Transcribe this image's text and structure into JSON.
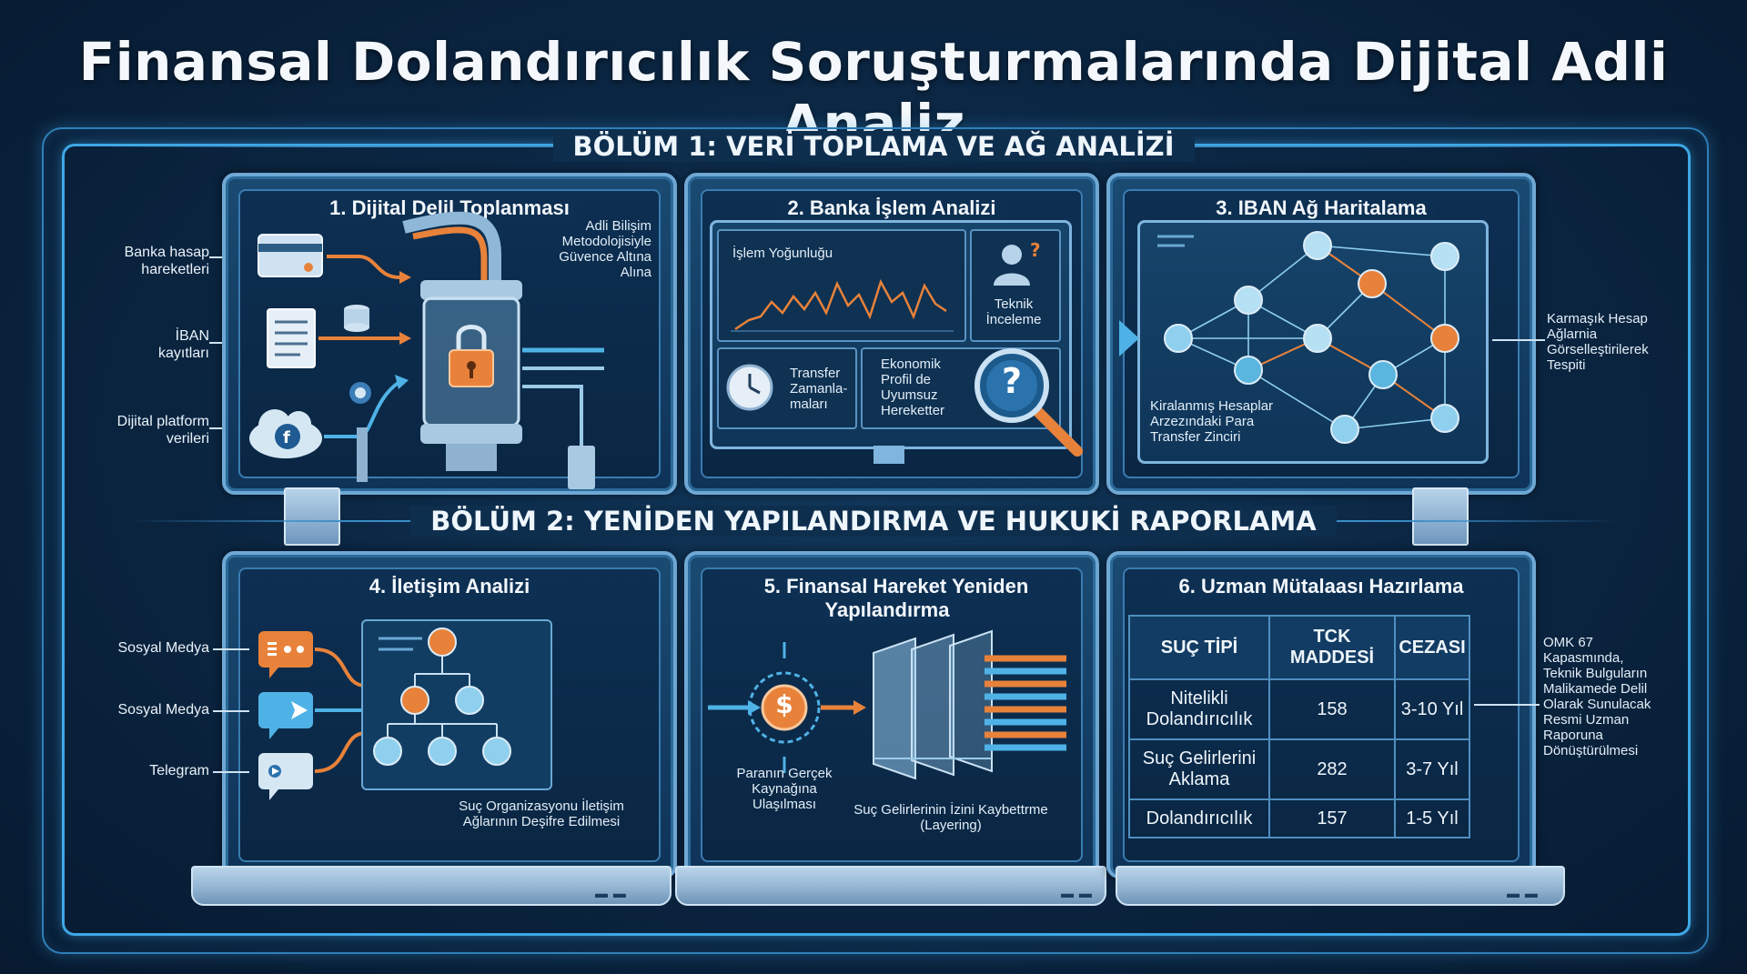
{
  "title": "Finansal Dolandırıcılık Soruşturmalarında Dijital Adli Analiz",
  "sections": [
    {
      "title": "BÖLÜM 1: VERİ TOPLAMA VE AĞ ANALİZİ"
    },
    {
      "title": "BÖLÜM 2: YENİDEN YAPILANDIRMA VE HUKUKİ RAPORLAMA"
    }
  ],
  "panel1": {
    "title": "1. Dijital Delil Toplanması",
    "inputs": [
      {
        "label_1": "Banka hasap",
        "label_2": "hareketleri"
      },
      {
        "label_1": "İBAN",
        "label_2": "kayıtları"
      },
      {
        "label_1": "Dijital platform",
        "label_2": "verileri"
      }
    ],
    "note": [
      "Adli Bilişim",
      "Metodolojisiyle",
      "Güvence Altına",
      "Alına"
    ],
    "icons": [
      "credit-card-icon",
      "document-icon",
      "database-icon",
      "facebook-cloud-icon",
      "twitter-icon",
      "lock-icon"
    ]
  },
  "panel2": {
    "title": "2. Banka İşlem Analizi",
    "chart_label": "İşlem Yoğunluğu",
    "expert_label": [
      "Teknik",
      "İnceleme"
    ],
    "transfer_label": [
      "Transfer",
      "Zamanla-",
      "maları"
    ],
    "profile_label": [
      "Ekonomik",
      "Profil de",
      "Uyumsuz",
      "Hereketter"
    ],
    "question_mark": "?"
  },
  "panel3": {
    "title": "3. IBAN Ağ Haritalama",
    "caption": [
      "Kiralanmış Hesaplar",
      "Arzezındaki Para",
      "Transfer Zinciri"
    ],
    "side_label": [
      "Karmaşık Hesap",
      "Ağlarnia",
      "Görselleştirilerek",
      "Tespiti"
    ]
  },
  "panel4": {
    "title": "4. İletişim Analizi",
    "channels": [
      "Sosyal Medya",
      "Sosyal Medya",
      "Telegram"
    ],
    "caption": [
      "Suç Organizasyonu İletişim",
      "Ağlarının Deşifre Edilmesi"
    ]
  },
  "panel5": {
    "title": "5. Finansal Hareket Yeniden Yapılandırma",
    "source_label": [
      "Paranın Gerçek",
      "Kaynağına",
      "Ulaşılması"
    ],
    "layering_label": [
      "Suç Gelirlerinin İzini Kaybettrme",
      "(Layering)"
    ],
    "currency_symbol": "$"
  },
  "panel6": {
    "title": "6. Uzman Mütalaası Hazırlama",
    "table": {
      "headers": [
        "SUÇ TİPİ",
        "TCK MADDESİ",
        "CEZASI"
      ],
      "rows": [
        [
          "Nitelikli Dolandırıcılık",
          "158",
          "3-10 Yıl"
        ],
        [
          "Suç Gelirlerini Aklama",
          "282",
          "3-7 Yıl"
        ],
        [
          "Dolandırıcılık",
          "157",
          "1-5 Yıl"
        ]
      ]
    },
    "side_label": [
      "OMK 67",
      "Kapasmında,",
      "Teknik Bulguların",
      "Malikamede Delil",
      "Olarak Sunulacak",
      "Resmi Uzman",
      "Raporuna",
      "Dönüştürülmesi"
    ]
  },
  "colors": {
    "background": "#0b2744",
    "accent_blue": "#3ea8e6",
    "accent_orange": "#e8823a",
    "node_blue": "#8fd0ee"
  }
}
